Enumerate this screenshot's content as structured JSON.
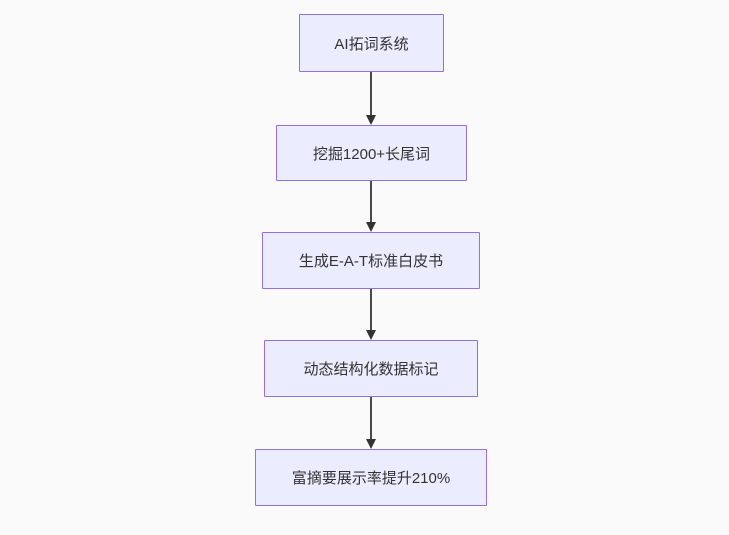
{
  "diagram": {
    "type": "flowchart",
    "direction": "top-down",
    "nodes": [
      {
        "id": "node-1",
        "label": "AI拓词系统"
      },
      {
        "id": "node-2",
        "label": "挖掘1200+长尾词"
      },
      {
        "id": "node-3",
        "label": "生成E-A-T标准白皮书"
      },
      {
        "id": "node-4",
        "label": "动态结构化数据标记"
      },
      {
        "id": "node-5",
        "label": "富摘要展示率提升210%"
      }
    ],
    "edges": [
      {
        "from": "node-1",
        "to": "node-2",
        "style": "arrow-down"
      },
      {
        "from": "node-2",
        "to": "node-3",
        "style": "arrow-down"
      },
      {
        "from": "node-3",
        "to": "node-4",
        "style": "arrow-down"
      },
      {
        "from": "node-4",
        "to": "node-5",
        "style": "arrow-down"
      }
    ],
    "colors": {
      "node_fill": "#ECECFF",
      "node_border": "#9370DB",
      "text": "#333333",
      "arrow": "#333333",
      "background": "#fafafa"
    }
  }
}
